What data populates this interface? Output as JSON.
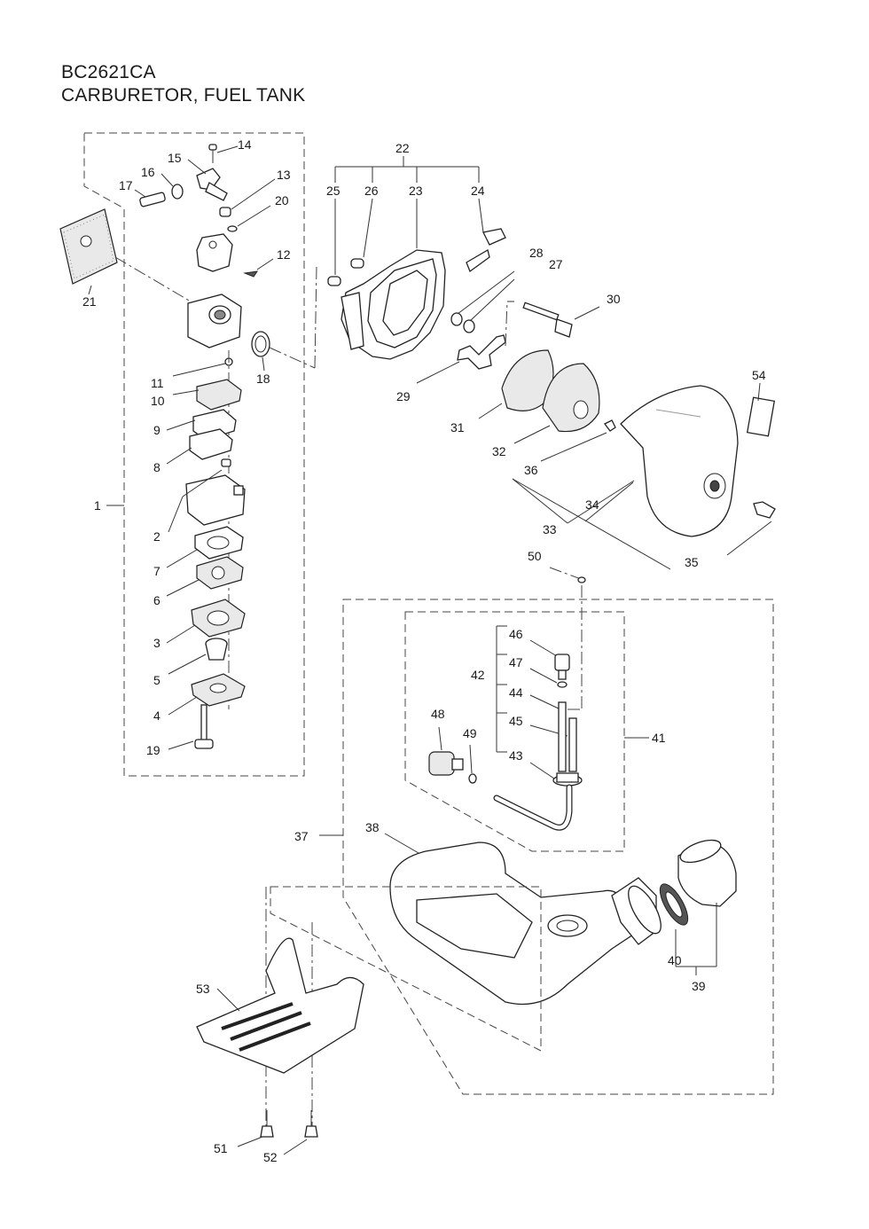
{
  "header": {
    "model": "BC2621CA",
    "section": "CARBURETOR, FUEL TANK"
  },
  "part_labels": [
    "1",
    "2",
    "3",
    "4",
    "5",
    "6",
    "7",
    "8",
    "9",
    "10",
    "11",
    "12",
    "13",
    "14",
    "15",
    "16",
    "17",
    "18",
    "19",
    "20",
    "21",
    "22",
    "23",
    "24",
    "25",
    "26",
    "27",
    "28",
    "29",
    "30",
    "31",
    "32",
    "33",
    "34",
    "35",
    "36",
    "37",
    "38",
    "39",
    "40",
    "41",
    "42",
    "43",
    "44",
    "45",
    "46",
    "47",
    "48",
    "49",
    "50",
    "51",
    "52",
    "53",
    "54"
  ]
}
